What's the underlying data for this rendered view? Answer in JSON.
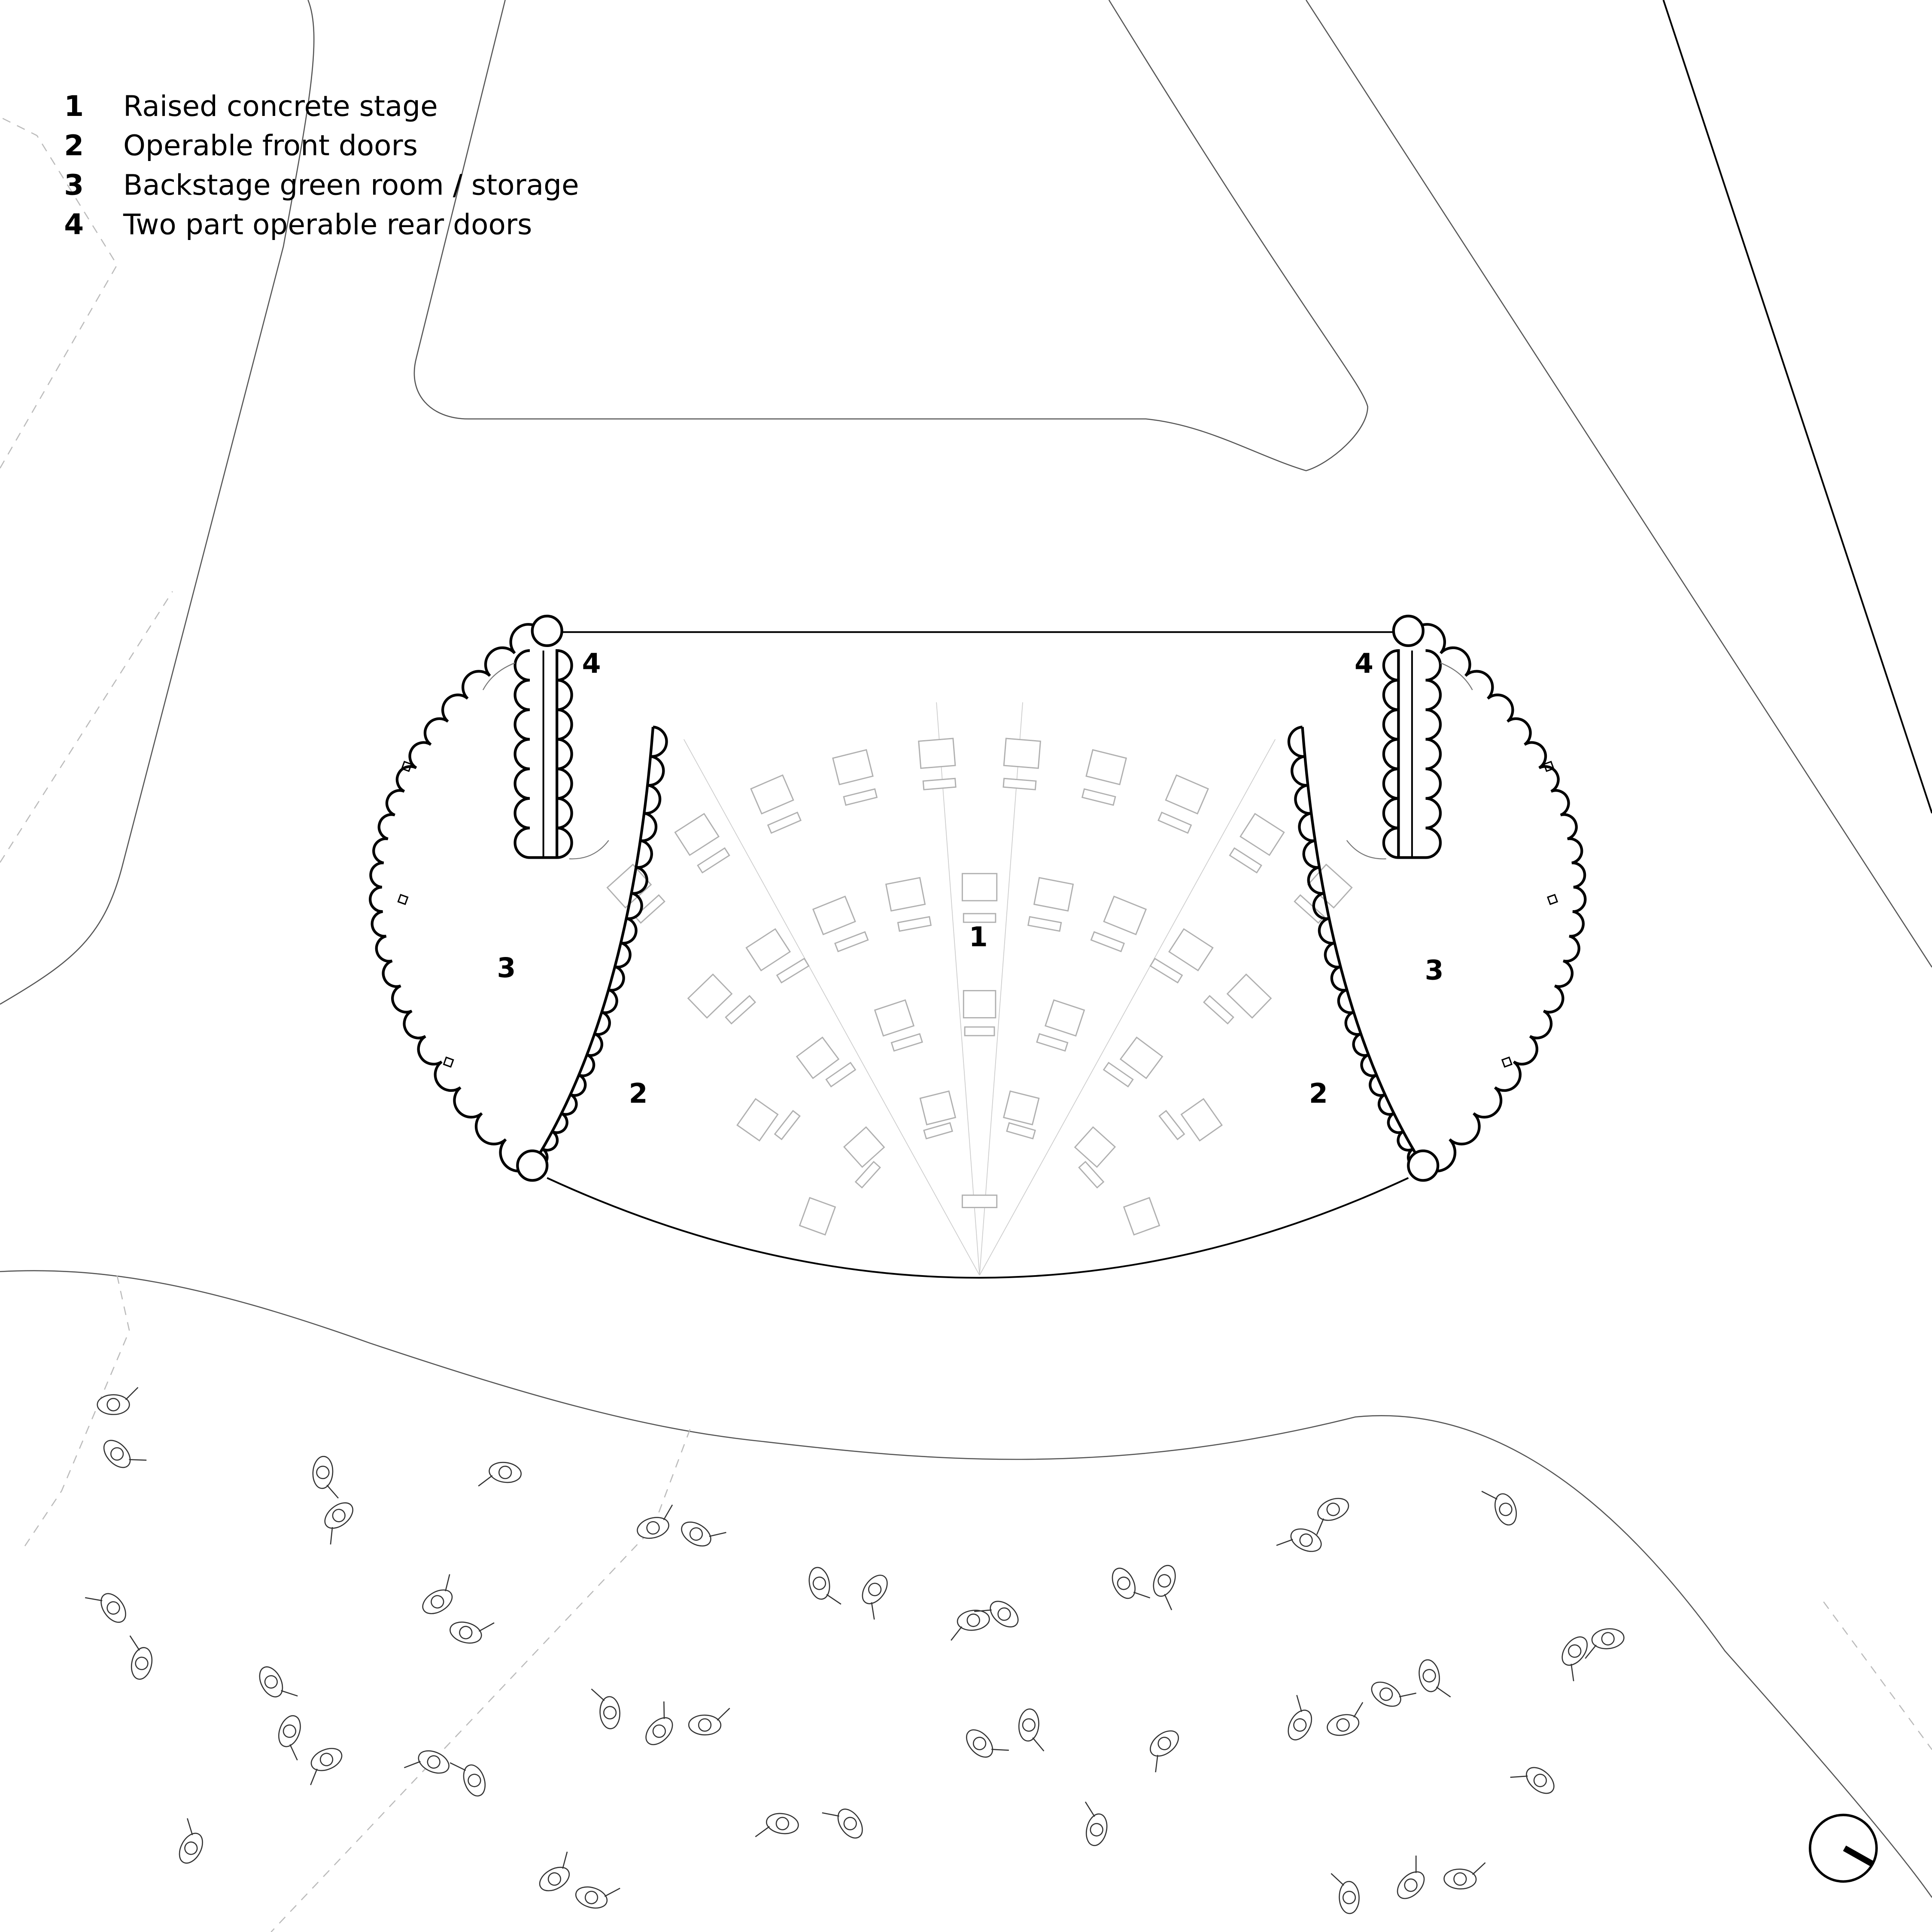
{
  "legend": {
    "items": [
      {
        "number": "1",
        "label": "Raised concrete stage"
      },
      {
        "number": "2",
        "label": "Operable front doors"
      },
      {
        "number": "3",
        "label": "Backstage green room / storage"
      },
      {
        "number": "4",
        "label": "Two part operable rear doors"
      }
    ]
  },
  "colors": {
    "ink": "#000000",
    "site_line": "#555555",
    "seat": "#b0b0b0",
    "path_dash": "#bbbbbb"
  },
  "north_arrow": {
    "icon": "north-arrow-icon"
  }
}
